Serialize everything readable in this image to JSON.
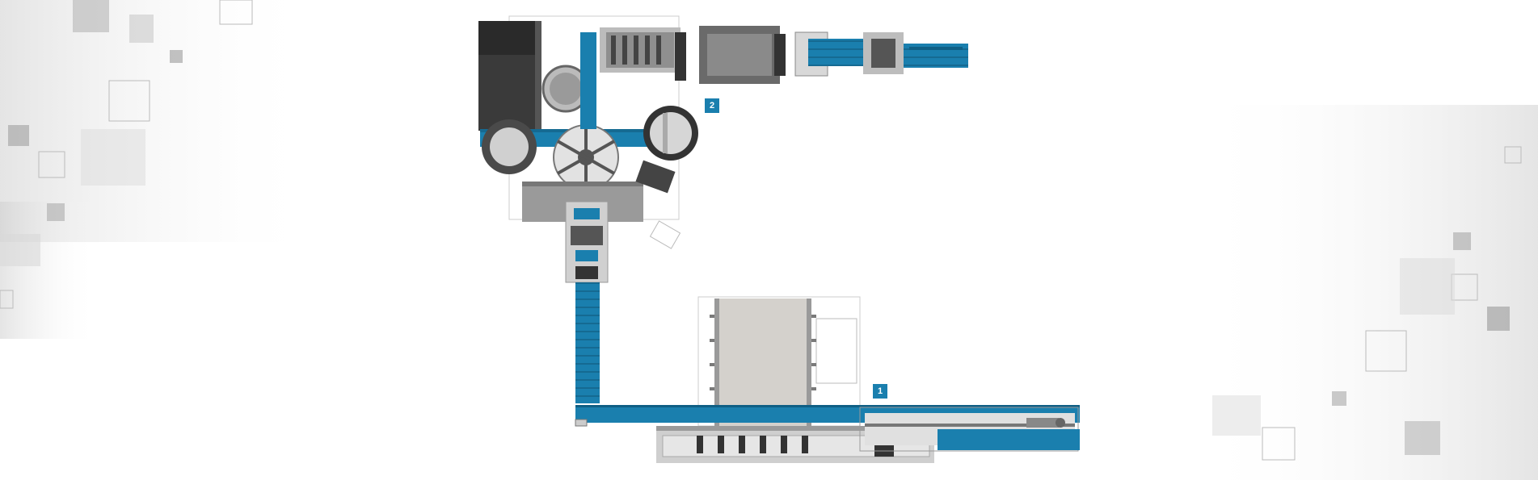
{
  "markers": {
    "one": {
      "label": "1"
    },
    "two": {
      "label": "2"
    }
  },
  "colors": {
    "accent": "#1a7fae",
    "machine_dark": "#3a3a3a",
    "machine_gray": "#8a8a8a",
    "panel_light": "#d4d1cc",
    "background": "#ffffff"
  },
  "icons": [
    "tile-decoration"
  ]
}
